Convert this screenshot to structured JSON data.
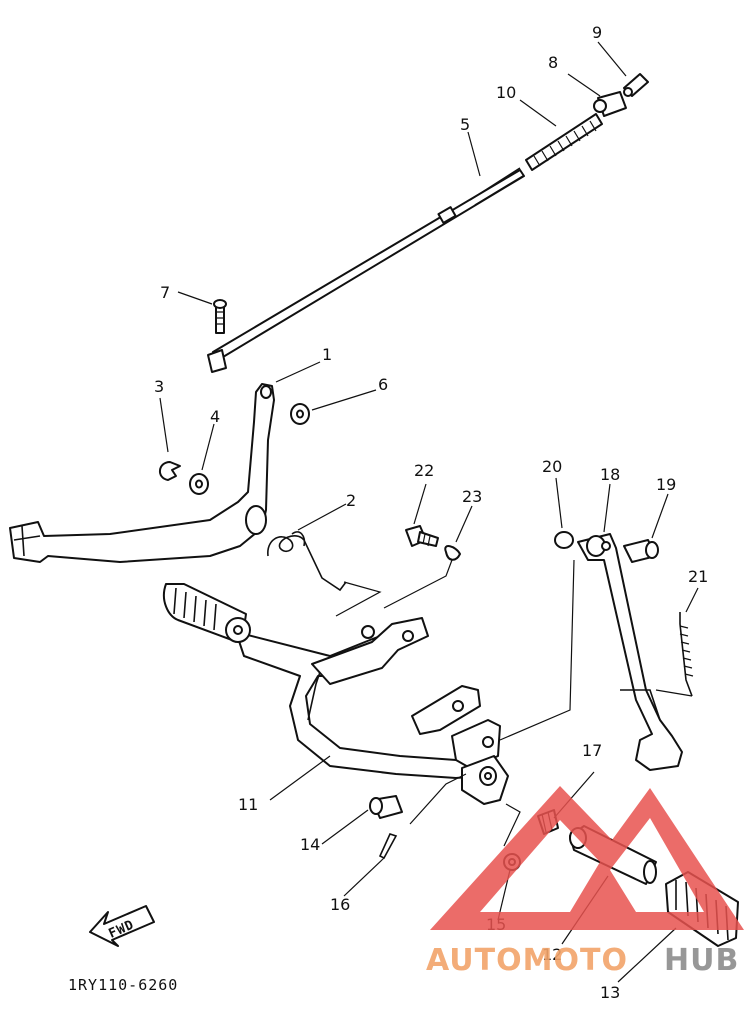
{
  "figure": {
    "code": "1RY110-6260",
    "fwd_label": "FWD"
  },
  "callouts": [
    {
      "id": "9",
      "label": "9"
    },
    {
      "id": "8",
      "label": "8"
    },
    {
      "id": "10",
      "label": "10"
    },
    {
      "id": "5",
      "label": "5"
    },
    {
      "id": "7",
      "label": "7"
    },
    {
      "id": "1",
      "label": "1"
    },
    {
      "id": "3",
      "label": "3"
    },
    {
      "id": "6",
      "label": "6"
    },
    {
      "id": "4",
      "label": "4"
    },
    {
      "id": "2",
      "label": "2"
    },
    {
      "id": "22",
      "label": "22"
    },
    {
      "id": "23",
      "label": "23"
    },
    {
      "id": "20",
      "label": "20"
    },
    {
      "id": "18",
      "label": "18"
    },
    {
      "id": "19",
      "label": "19"
    },
    {
      "id": "21",
      "label": "21"
    },
    {
      "id": "17",
      "label": "17"
    },
    {
      "id": "11",
      "label": "11"
    },
    {
      "id": "14",
      "label": "14"
    },
    {
      "id": "16",
      "label": "16"
    },
    {
      "id": "15",
      "label": "15"
    },
    {
      "id": "12",
      "label": "12"
    },
    {
      "id": "13",
      "label": "13"
    }
  ],
  "watermark": {
    "brand_part1": "AUTOMOTO",
    "brand_part2": "HUB",
    "colors": {
      "logo_red": "#e8524f",
      "text_orange": "#f2a46a",
      "text_gray": "#8c8c8c"
    }
  }
}
